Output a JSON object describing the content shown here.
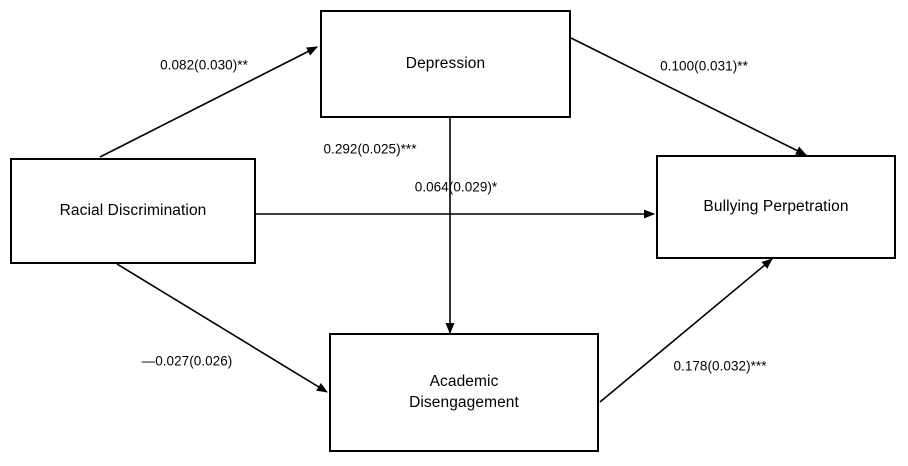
{
  "diagram": {
    "type": "path-analysis-model",
    "nodes": [
      {
        "id": "racial-discrimination",
        "label": "Racial Discrimination"
      },
      {
        "id": "depression",
        "label": "Depression"
      },
      {
        "id": "academic-disengagement",
        "label": "Academic\nDisengagement"
      },
      {
        "id": "bullying-perpetration",
        "label": "Bullying Perpetration"
      }
    ],
    "edges": [
      {
        "id": "rd-to-dep",
        "from": "racial-discrimination",
        "to": "depression",
        "label": "0.082(0.030)**",
        "coefficient": 0.082,
        "standard_error": 0.03,
        "significance": "**"
      },
      {
        "id": "dep-to-bully",
        "from": "depression",
        "to": "bullying-perpetration",
        "label": "0.100(0.031)**",
        "coefficient": 0.1,
        "standard_error": 0.031,
        "significance": "**"
      },
      {
        "id": "dep-to-acad",
        "from": "depression",
        "to": "academic-disengagement",
        "label": "0.292(0.025)***",
        "coefficient": 0.292,
        "standard_error": 0.025,
        "significance": "***"
      },
      {
        "id": "rd-to-bully",
        "from": "racial-discrimination",
        "to": "bullying-perpetration",
        "label": "0.064(0.029)*",
        "coefficient": 0.064,
        "standard_error": 0.029,
        "significance": "*"
      },
      {
        "id": "rd-to-acad",
        "from": "racial-discrimination",
        "to": "academic-disengagement",
        "label": "—0.027(0.026)",
        "coefficient": -0.027,
        "standard_error": 0.026,
        "significance": ""
      },
      {
        "id": "acad-to-bully",
        "from": "academic-disengagement",
        "to": "bullying-perpetration",
        "label": "0.178(0.032)***",
        "coefficient": 0.178,
        "standard_error": 0.032,
        "significance": "***"
      }
    ],
    "colors": {
      "stroke": "#000000",
      "background": "#ffffff",
      "text": "#000000"
    }
  }
}
